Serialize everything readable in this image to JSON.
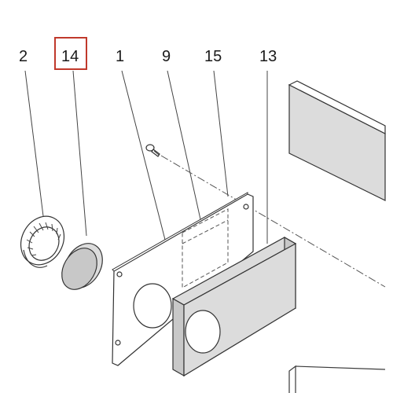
{
  "callouts": [
    {
      "id": "c2",
      "label": "2"
    },
    {
      "id": "c14",
      "label": "14",
      "highlighted": true
    },
    {
      "id": "c1",
      "label": "1"
    },
    {
      "id": "c9",
      "label": "9"
    },
    {
      "id": "c15",
      "label": "15"
    },
    {
      "id": "c13",
      "label": "13"
    }
  ],
  "colors": {
    "highlight": "#c0392b",
    "part_fill": "#dcdcdc",
    "line": "#333333"
  }
}
